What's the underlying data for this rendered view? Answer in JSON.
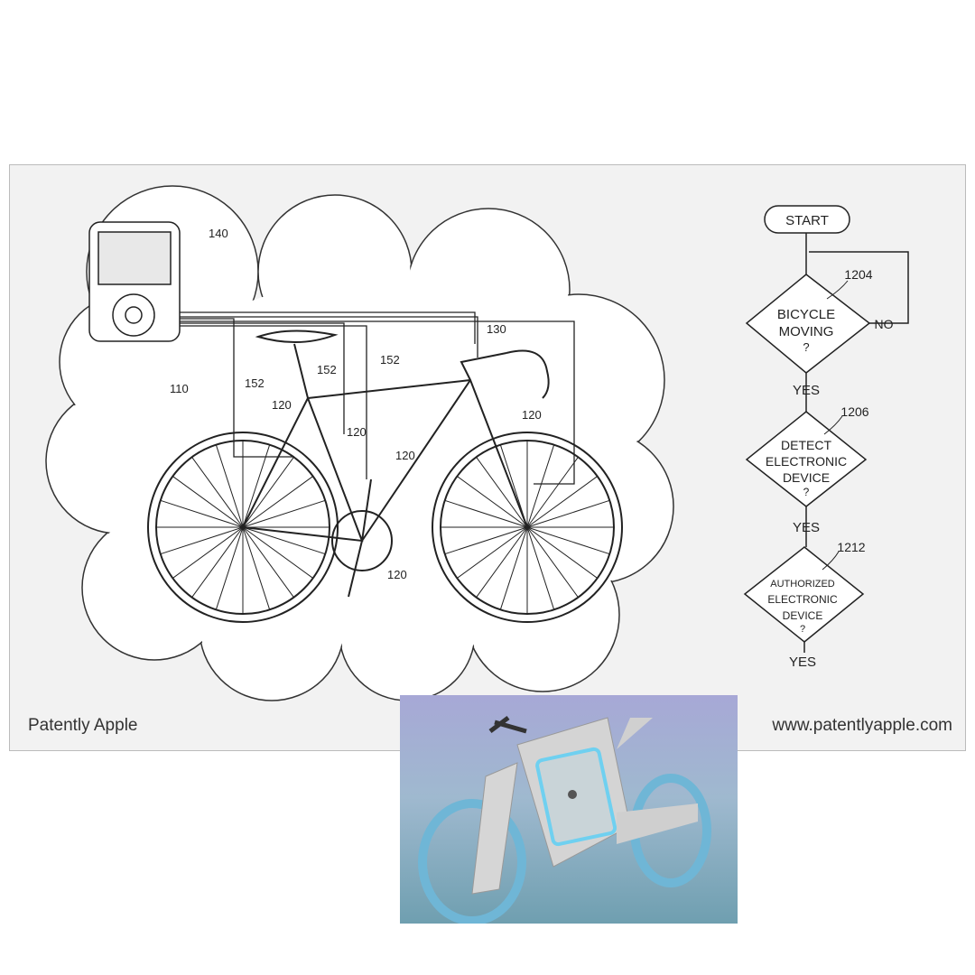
{
  "figure": {
    "caption_left": "Patently Apple",
    "caption_right": "www.patentlyapple.com",
    "labels": {
      "device": "140",
      "handlebar_unit": "130",
      "wire_a": "152",
      "wire_b": "152",
      "wire_c": "152",
      "bicycle": "110",
      "sensor_a": "120",
      "sensor_b": "120",
      "sensor_c": "120",
      "sensor_d": "120",
      "sensor_e": "120",
      "sensor_f": "120"
    }
  },
  "flowchart": {
    "start": "START",
    "steps": [
      {
        "ref": "1204",
        "lines": [
          "BICYCLE",
          "MOVING",
          "?"
        ],
        "no": "NO",
        "yes": "YES"
      },
      {
        "ref": "1206",
        "lines": [
          "DETECT",
          "ELECTRONIC",
          "DEVICE",
          "?"
        ],
        "yes": "YES"
      },
      {
        "ref": "1212",
        "lines": [
          "AUTHORIZED",
          "ELECTRONIC",
          "DEVICE",
          "?"
        ],
        "yes": "YES"
      }
    ]
  },
  "colors": {
    "background": "#f2f2f2",
    "accent_blue": "#6fb6d6"
  }
}
